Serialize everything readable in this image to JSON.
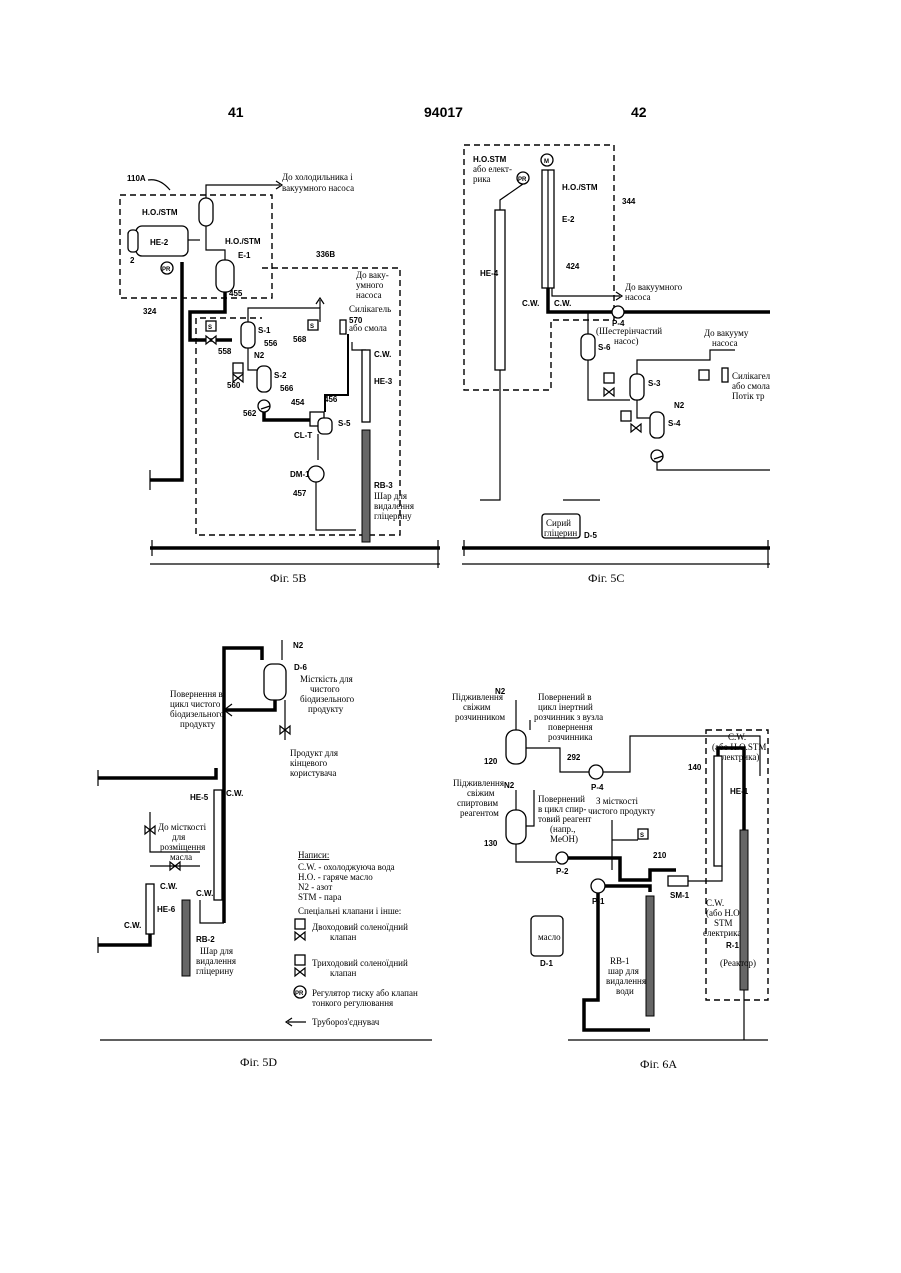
{
  "header": {
    "left_page": "41",
    "doc_number": "94017",
    "right_page": "42"
  },
  "fig5b": {
    "caption": "Фіг. 5B",
    "labels": {
      "ref110a": "110A",
      "to_condenser_1": "До холодильника і",
      "to_condenser_2": "вакуумного насоса",
      "ho_stm_1": "H.O./STM",
      "he2": "HE-2",
      "ho_stm_2": "H.O./STM",
      "e1": "E-1",
      "n336b": "336B",
      "to_vac_1": "До ваку-",
      "to_vac_2": "умного",
      "to_vac_3": "насоса",
      "n455": "455",
      "n324": "324",
      "n570": "570",
      "sil_1": "Силікагель",
      "sil_2": "або смола",
      "s1": "S-1",
      "n568": "568",
      "n556": "556",
      "n558": "558",
      "n2": "N2",
      "s2": "S-2",
      "n560": "560",
      "n566": "566",
      "cw": "C.W.",
      "he3": "HE-3",
      "n454": "454",
      "n456": "456",
      "n562": "562",
      "clt": "CL-T",
      "s5": "S-5",
      "dm1": "DM-1",
      "n457": "457",
      "rb3": "RB-3",
      "rb3_t1": "Шар для",
      "rb3_t2": "видалення",
      "rb3_t3": "гліцерину",
      "pr": "PR",
      "sv": "S"
    }
  },
  "fig5c": {
    "caption": "Фіг. 5C",
    "labels": {
      "ho_stm_a": "H.O.STM",
      "ho_stm_b": "або елект-",
      "ho_stm_c": "рика",
      "pr": "PR",
      "m": "M",
      "ho_stm_2": "H.O./STM",
      "n344": "344",
      "e2": "E-2",
      "he4": "HE-4",
      "n424": "424",
      "to_vac_1": "До вакуумного",
      "to_vac_2": "насоса",
      "cw1": "C.W.",
      "cw2": "C.W.",
      "p4": "P-4",
      "gear_1": "(Шестерінчастий",
      "gear_2": "насос)",
      "s6": "S-6",
      "to_vac_r1": "До вакууму",
      "to_vac_r2": "насоса",
      "s3": "S-3",
      "sil_1": "Силікагел",
      "sil_2": "або смола",
      "sil_3": "Потік тр",
      "n2": "N2",
      "s4": "S-4",
      "crude_1": "Сирий",
      "crude_2": "гліцерин",
      "d5": "D-5",
      "sv": "S"
    }
  },
  "fig5d": {
    "caption": "Фіг. 5D",
    "labels": {
      "n2": "N2",
      "d6": "D-6",
      "tank_1": "Місткість для",
      "tank_2": "чистого",
      "tank_3": "біодизельного",
      "tank_4": "продукту",
      "ret_1": "Повернення в",
      "ret_2": "цикл чистого",
      "ret_3": "біодизельного",
      "ret_4": "продукту",
      "prod_1": "Продукт для",
      "prod_2": "кінцевого",
      "prod_3": "користувача",
      "he5": "HE-5",
      "cw_a": "C.W.",
      "cw_b": "C.W.",
      "oil_1": "До місткості",
      "oil_2": "для",
      "oil_3": "розміщення",
      "oil_4": "масла",
      "cw_c": "C.W.",
      "he6": "HE-6",
      "cw_d": "C.W.",
      "rb2": "RB-2",
      "rb2_1": "Шар для",
      "rb2_2": "видалення",
      "rb2_3": "гліцерину"
    },
    "legend": {
      "title": "Написи:",
      "lines": [
        "C.W. - охолоджуюча вода",
        "H.O. - гаряче масло",
        "N2 - азот",
        "STM - пара"
      ],
      "special": "Спеціальні клапани і інше:",
      "two_way_1": "Двоходовий соленоїдний",
      "two_way_2": "клапан",
      "three_way_1": "Триходовий соленоїдний",
      "three_way_2": "клапан",
      "pr_1": "Регулятор тиску або клапан",
      "pr_2": "тонкого регулювання",
      "pipe": "Трубороз'єднувач",
      "sv": "S",
      "pr": "PR"
    }
  },
  "fig6a": {
    "caption": "Фіг. 6A",
    "labels": {
      "n2a": "N2",
      "feed_solv_1": "Підживлення",
      "feed_solv_2": "свіжим",
      "feed_solv_3": "розчинником",
      "ret_solv_1": "Повернений в",
      "ret_solv_2": "цикл інертний",
      "ret_solv_3": "розчинник з вузла",
      "ret_solv_4": "повернення",
      "ret_solv_5": "розчинника",
      "n120": "120",
      "n292": "292",
      "cw_1": "C.W.",
      "cw_2": "(або H.O.STM",
      "cw_3": "електрика)",
      "n140": "140",
      "he1": "HE-1",
      "feed_alc_1": "Підживлення",
      "feed_alc_2": "свіжим",
      "feed_alc_3": "спиртовим",
      "feed_alc_4": "реагентом",
      "n2b": "N2",
      "p4": "P-4",
      "ret_reag_1": "Повернений",
      "ret_reag_2": "в цикл спир-",
      "ret_reag_3": "товий реагент",
      "ret_reag_4": "(напр.,",
      "ret_reag_5": "MeOH)",
      "from_tank_1": "З місткості",
      "from_tank_2": "чистого продукту",
      "n130": "130",
      "sv": "S",
      "n210": "210",
      "p2": "P-2",
      "p1": "P-1",
      "sm1": "SM-1",
      "cwb_1": "C.W.",
      "cwb_2": "(або H.O.",
      "cwb_3": "STM",
      "cwb_4": "електрика)",
      "oil": "масло",
      "d1": "D-1",
      "rb1": "RB-1",
      "rb1_1": "шар для",
      "rb1_2": "видалення",
      "rb1_3": "води",
      "r1": "R-1",
      "r1_2": "(Реактор)"
    }
  }
}
